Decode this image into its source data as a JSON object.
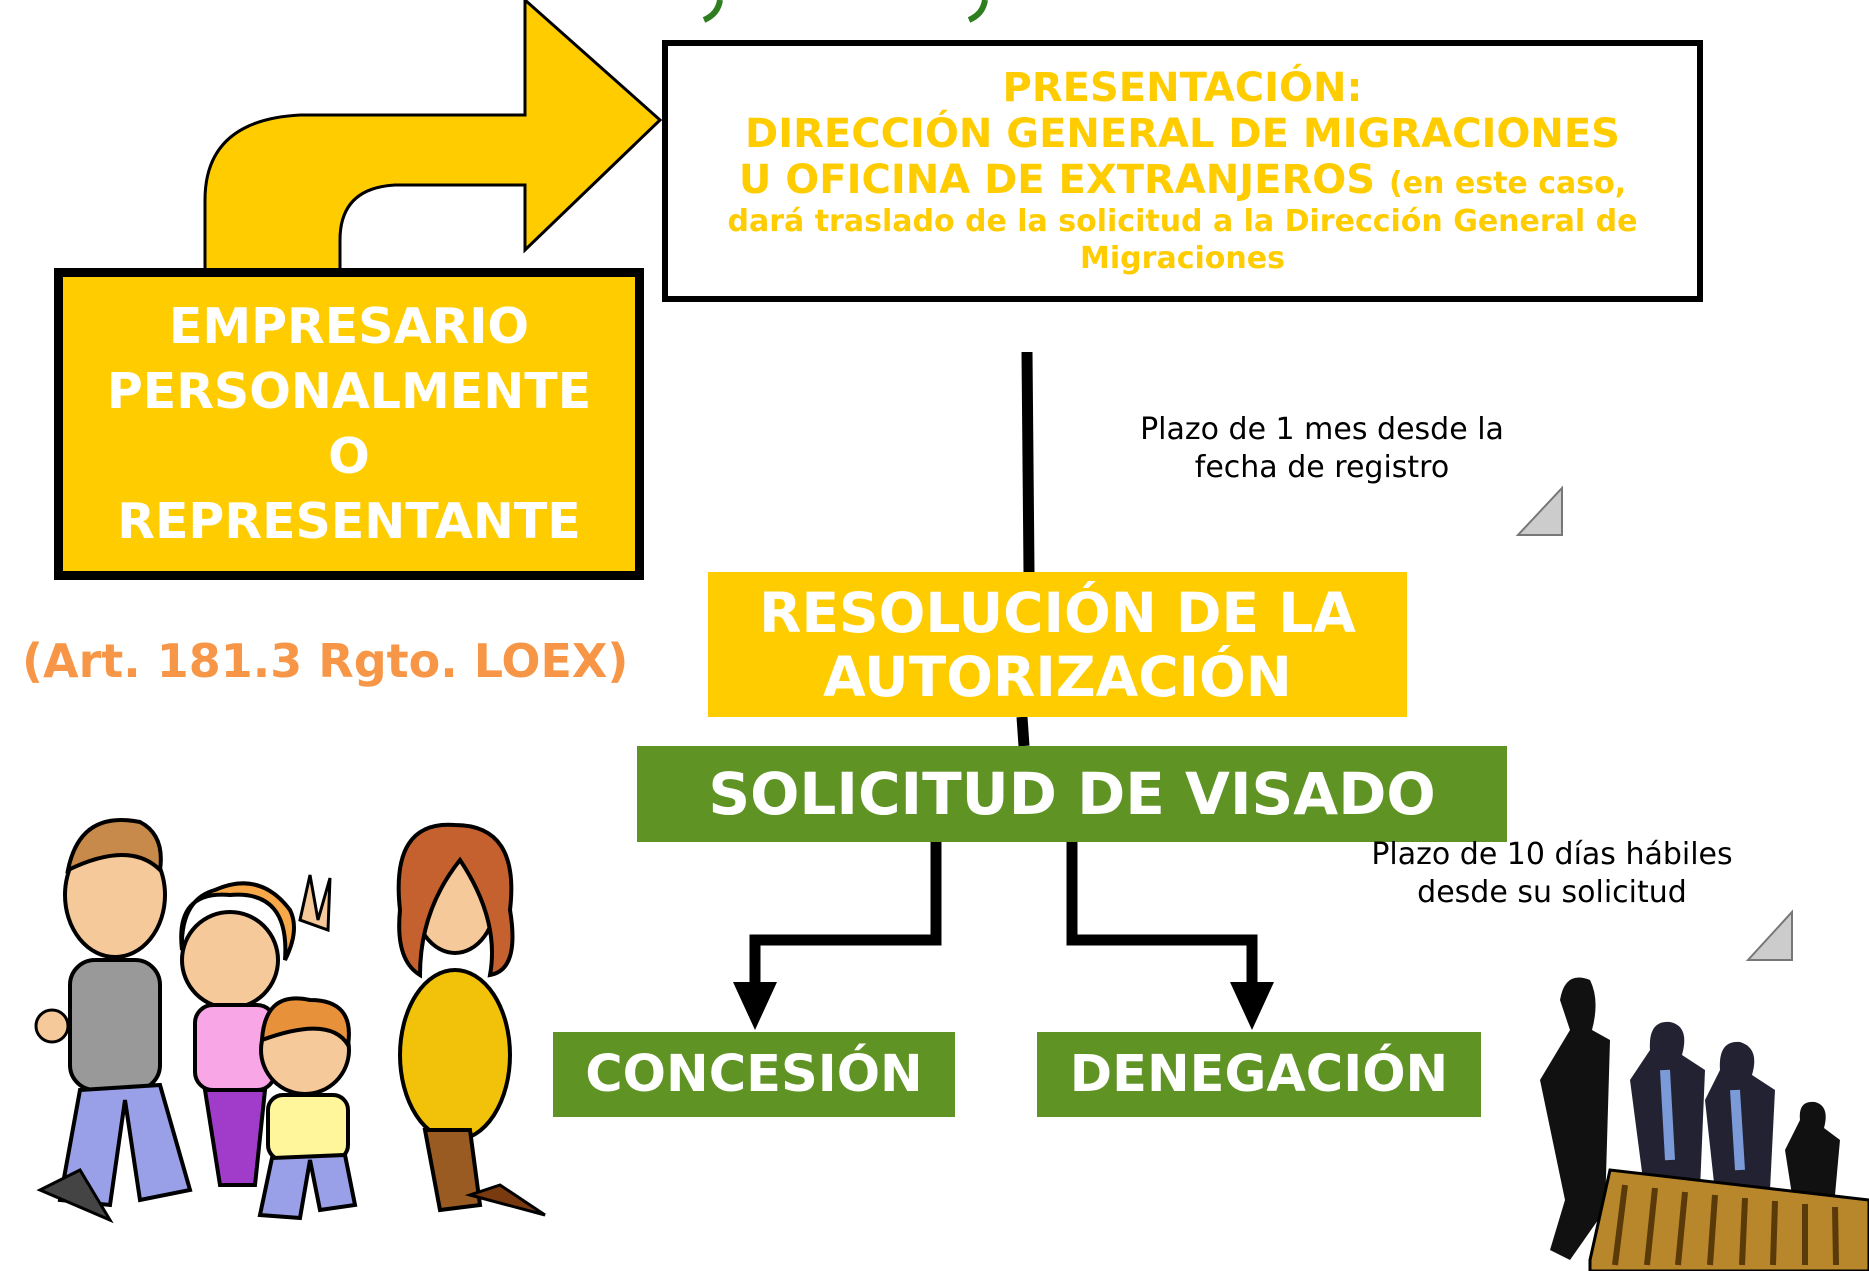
{
  "empresario": {
    "line1": "EMPRESARIO",
    "line2": "PERSONALMENTE",
    "line3": "O",
    "line4": "REPRESENTANTE"
  },
  "presentacion": {
    "line1": "PRESENTACIÓN:",
    "line2": "DIRECCIÓN GENERAL DE MIGRACIONES",
    "line3_big": "U OFICINA DE EXTRANJEROS",
    "line3_small": "(en este caso,",
    "line4": "dará traslado de la solicitud a la Dirección General de",
    "line5": "Migraciones"
  },
  "note_1": {
    "line1": "Plazo de 1 mes desde la",
    "line2": "fecha de registro"
  },
  "resolucion": {
    "line1": "RESOLUCIÓN DE LA",
    "line2": "AUTORIZACIÓN"
  },
  "article": "(Art. 181.3 Rgto. LOEX)",
  "visado": "SOLICITUD DE VISADO",
  "note_2": {
    "line1": "Plazo de 10 días hábiles",
    "line2": "desde su solicitud"
  },
  "concesion": "CONCESIÓN",
  "denegacion": "DENEGACIÓN",
  "colors": {
    "yellow": "#ffcc00",
    "green": "#5f9424",
    "orange": "#f79646",
    "black": "#000000"
  },
  "illustrations": [
    "family-clipart",
    "business-people-clipart"
  ]
}
